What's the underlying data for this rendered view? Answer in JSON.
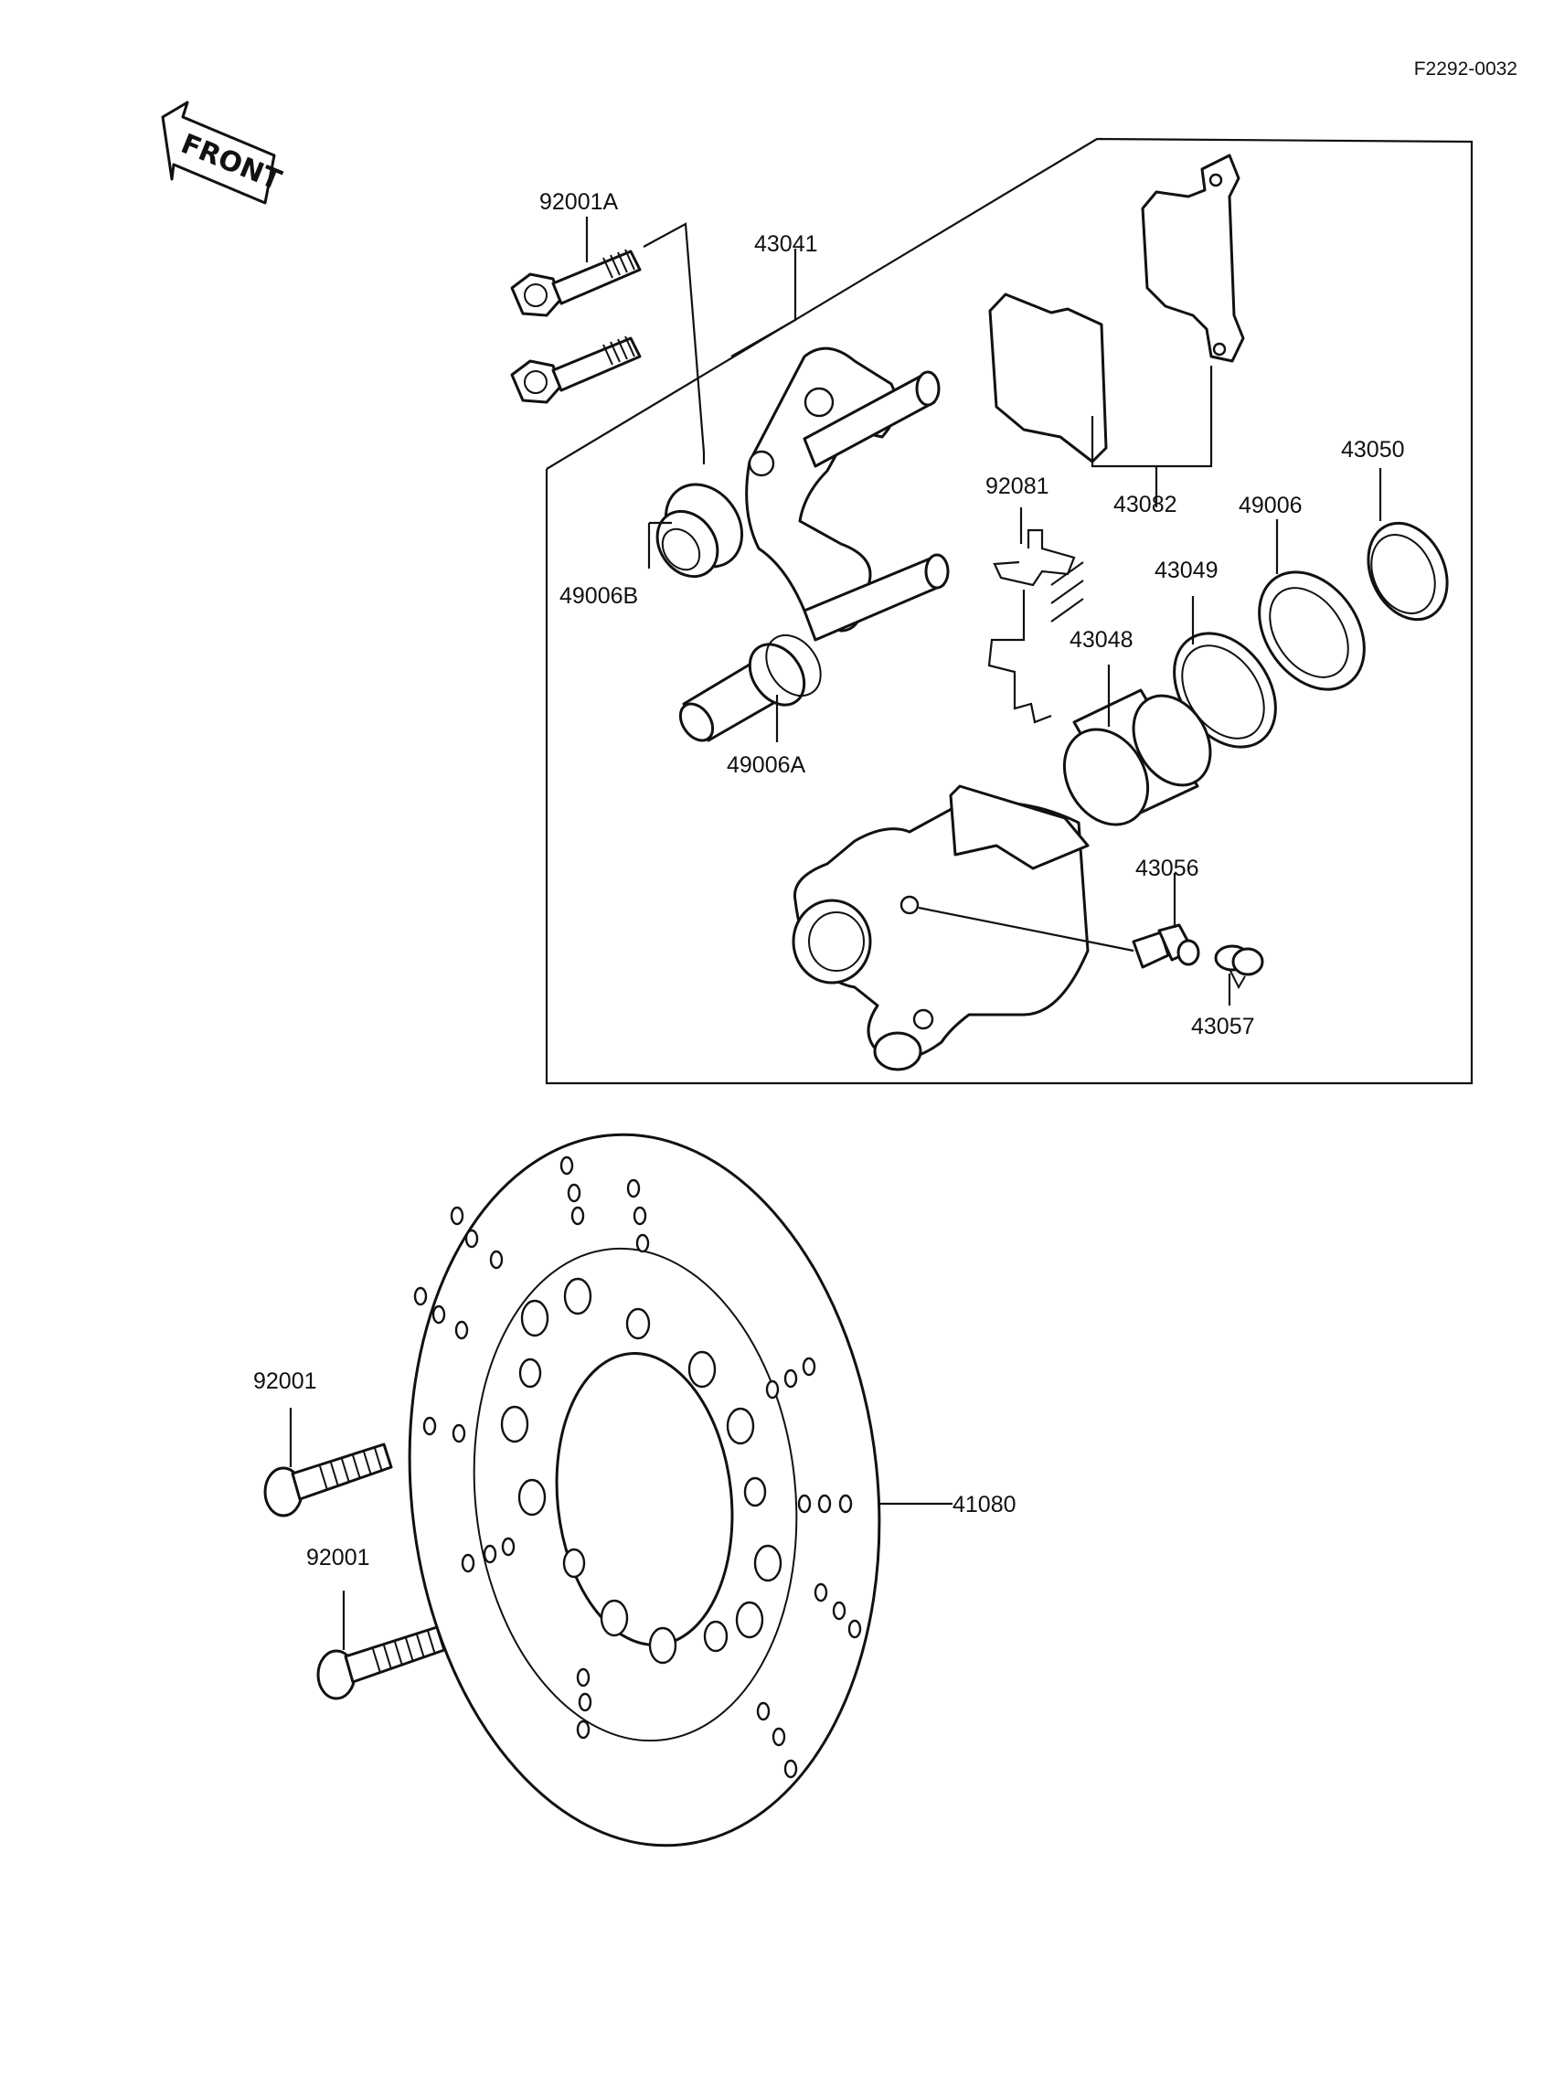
{
  "figure_id": "F2292-0032",
  "front_label": "FRONT",
  "parts": [
    "92001A",
    "43041",
    "43082",
    "43050",
    "92081",
    "49006",
    "49006B",
    "43049",
    "43048",
    "49006A",
    "43056",
    "43057",
    "92001",
    "92001",
    "41080"
  ]
}
